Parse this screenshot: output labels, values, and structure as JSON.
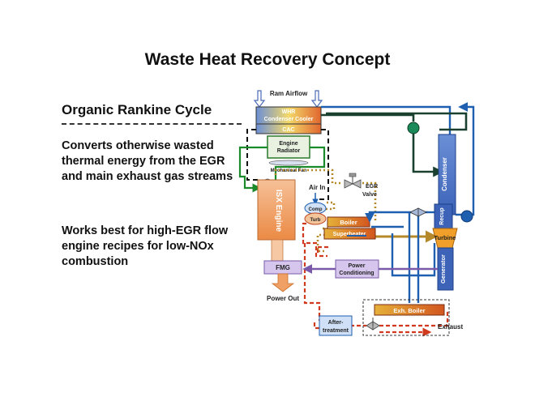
{
  "title": "Waste Heat Recovery Concept",
  "left_panel": {
    "subtitle": "Organic Rankine Cycle",
    "bullet1": "Converts otherwise wasted thermal energy from the EGR and main exhaust gas streams",
    "bullet2": "Works best for high-EGR flow engine recipes for low-NOx combustion"
  },
  "diagram": {
    "ram_airflow": "Ram Airflow",
    "whr_cooler_1": "WHR",
    "whr_cooler_2": "Condenser Cooler",
    "cac": "CAC",
    "radiator_1": "Engine",
    "radiator_2": "Radiator",
    "mech_fan": "Mechanical Fan",
    "air_in": "Air In",
    "egr_1": "EGR",
    "egr_2": "Valve",
    "comp": "Comp",
    "turb": "Turb",
    "engine": "ISX Engine",
    "boiler": "Boiler",
    "superheater": "Superheater",
    "condenser": "Condenser",
    "recup": "Recup",
    "turbine": "Turbine",
    "generator": "Generator",
    "fmg": "FMG",
    "power_cond_1": "Power",
    "power_cond_2": "Conditioning",
    "power_out": "Power Out",
    "exh_boiler": "Exh. Boiler",
    "after_1": "After-",
    "after_2": "treatment",
    "exhaust": "Exhaust"
  },
  "colors": {
    "orc_fluid": "#1f5fb0",
    "condenser_loop": "#1a4030",
    "coolant": "#1a8a2a",
    "egr_gas": "#b5892a",
    "exhaust_gas": "#d03a1e",
    "electrical": "#7a5aa8",
    "engine": "#f0a064"
  }
}
